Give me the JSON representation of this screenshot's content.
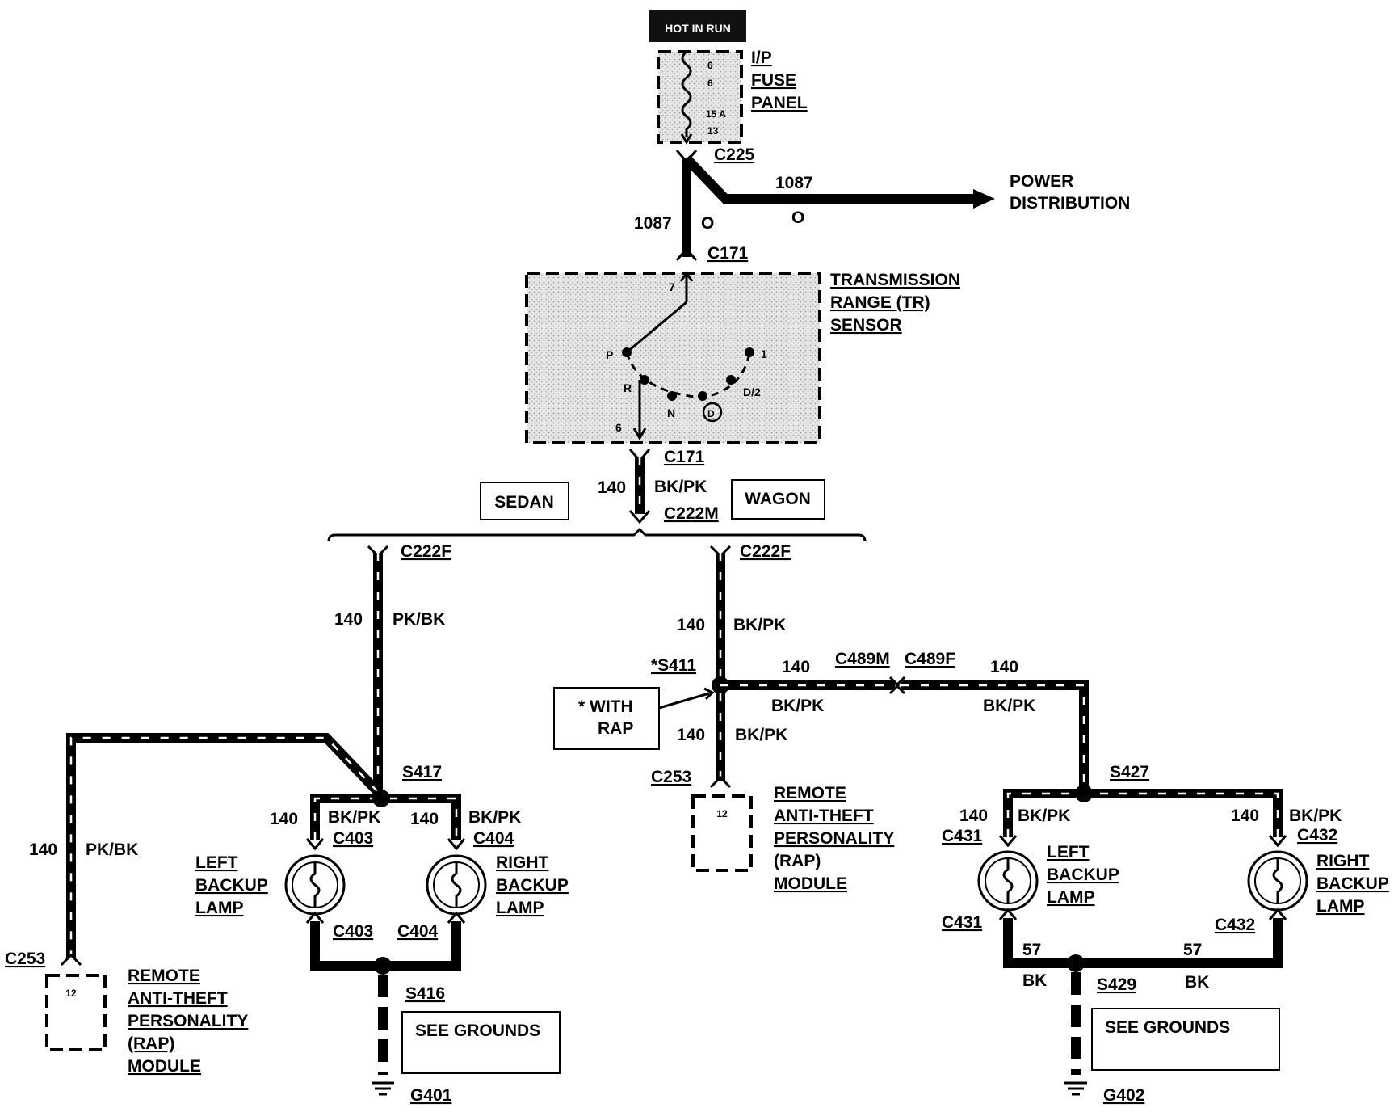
{
  "power": {
    "hot_in_run": "HOT IN RUN",
    "fuse_panel_lines": [
      "I/P",
      "FUSE",
      "PANEL"
    ],
    "fuse_numbers": [
      "6",
      "6",
      "15 A",
      "13"
    ],
    "c225": "C225",
    "wire_left_num": "1087",
    "wire_left_color": "O",
    "wire_right_num": "1087",
    "wire_right_color": "O",
    "power_dist_lines": [
      "POWER",
      "DISTRIBUTION"
    ]
  },
  "tr_sensor": {
    "c171_top": "C171",
    "label_lines": [
      "TRANSMISSION",
      "RANGE (TR)",
      "SENSOR"
    ],
    "pin_top": "7",
    "pin_bottom": "6",
    "positions": [
      "P",
      "R",
      "N",
      "D",
      "D/2",
      "1"
    ],
    "c171_bottom": "C171",
    "wire_num": "140",
    "wire_color": "BK/PK",
    "c222m": "C222M"
  },
  "variants": {
    "sedan": "SEDAN",
    "wagon": "WAGON"
  },
  "sedan": {
    "c222f": "C222F",
    "wire_num": "140",
    "wire_color": "PK/BK",
    "splice": "S417",
    "rap_wire_num": "140",
    "rap_wire_color": "PK/BK",
    "rap_connector": "C253",
    "rap_pin": "12",
    "rap_label_lines": [
      "REMOTE",
      "ANTI-THEFT",
      "PERSONALITY",
      "(RAP)",
      "MODULE"
    ],
    "left_lamp": {
      "wire_num": "140",
      "wire_color": "BK/PK",
      "conn_top": "C403",
      "conn_bottom": "C403",
      "label_lines": [
        "LEFT",
        "BACKUP",
        "LAMP"
      ]
    },
    "right_lamp": {
      "wire_num": "140",
      "wire_color": "BK/PK",
      "conn_top": "C404",
      "conn_bottom": "C404",
      "label_lines": [
        "RIGHT",
        "BACKUP",
        "LAMP"
      ]
    },
    "ground_splice": "S416",
    "see_grounds": "SEE GROUNDS",
    "ground": "G401"
  },
  "wagon": {
    "c222f": "C222F",
    "wire_num": "140",
    "wire_color": "BK/PK",
    "splice": "*S411",
    "with_rap_lines": [
      "*  WITH",
      "RAP"
    ],
    "branch_num_1": "140",
    "branch_color_1": "BK/PK",
    "c489m": "C489M",
    "c489f": "C489F",
    "branch_num_2": "140",
    "branch_color_2": "BK/PK",
    "rap_wire_num": "140",
    "rap_wire_color": "BK/PK",
    "rap_connector": "C253",
    "rap_pin": "12",
    "rap_label_lines": [
      "REMOTE",
      "ANTI-THEFT",
      "PERSONALITY",
      "(RAP)",
      "MODULE"
    ],
    "lamp_splice": "S427",
    "left_lamp": {
      "wire_num": "140",
      "wire_color": "BK/PK",
      "conn_top": "C431",
      "conn_bottom": "C431",
      "label_lines": [
        "LEFT",
        "BACKUP",
        "LAMP"
      ]
    },
    "right_lamp": {
      "wire_num": "140",
      "wire_color": "BK/PK",
      "conn_top": "C432",
      "conn_bottom": "C432",
      "label_lines": [
        "RIGHT",
        "BACKUP",
        "LAMP"
      ]
    },
    "ground_num_left": "57",
    "ground_color_left": "BK",
    "ground_num_right": "57",
    "ground_color_right": "BK",
    "ground_splice": "S429",
    "see_grounds": "SEE GROUNDS",
    "ground": "G402"
  }
}
